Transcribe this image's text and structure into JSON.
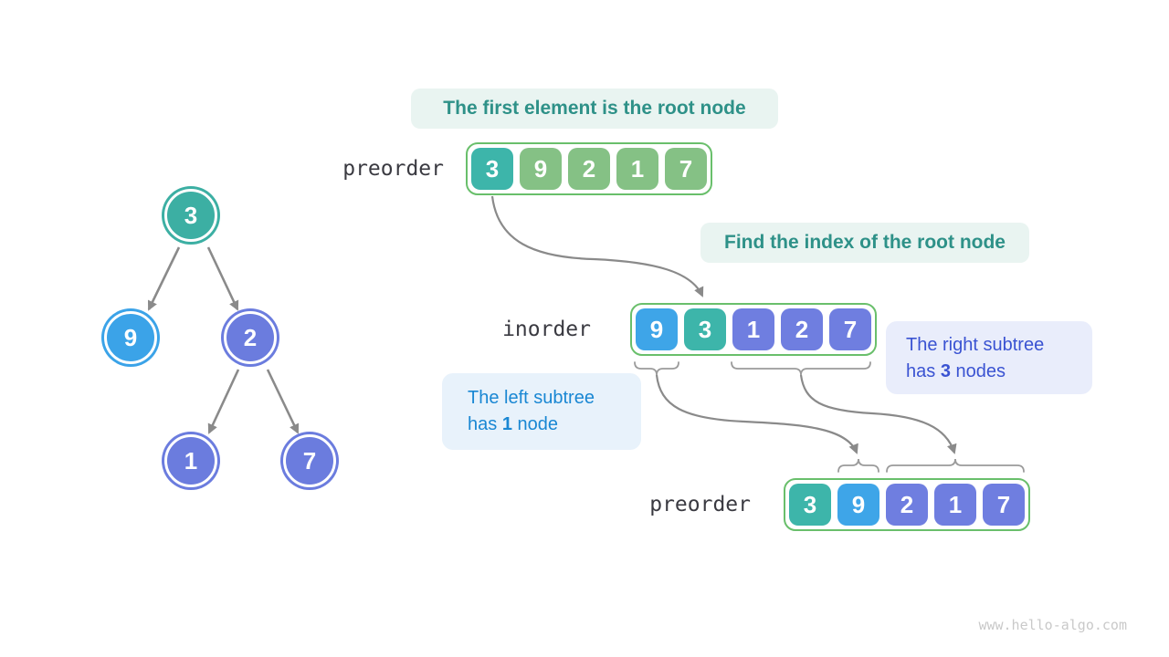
{
  "watermark": "www.hello-algo.com",
  "colors": {
    "teal": "#3db5aa",
    "green": "#85c185",
    "blue": "#3ea5e8",
    "purple": "#6f7ee0",
    "tree_teal": "#3cafa3",
    "tree_blue": "#3ba3e8",
    "tree_purple": "#6b7cde",
    "array_border_green": "#69bf6b",
    "arrow_gray": "#8a8a8a",
    "brace_gray": "#9b9b9b"
  },
  "callouts": {
    "first_element": {
      "text": "The first element is the root node",
      "color": "#2e9188",
      "bg": "#e9f4f1"
    },
    "find_index": {
      "text": "Find the index of the root node",
      "color": "#2e9188",
      "bg": "#e9f4f1"
    },
    "left_subtree": {
      "line1": "The left subtree",
      "has": "has ",
      "count": "1",
      "rest": " node",
      "color": "#1987d3",
      "bg": "#e8f2fb"
    },
    "right_subtree": {
      "line1": "The right subtree",
      "has": "has ",
      "count": "3",
      "rest": " nodes",
      "color": "#3a53d2",
      "bg": "#e9edfb"
    }
  },
  "tree": {
    "nodes": [
      {
        "value": "3",
        "color": "#3cafa3"
      },
      {
        "value": "9",
        "color": "#3ba3e8"
      },
      {
        "value": "2",
        "color": "#6b7cde"
      },
      {
        "value": "1",
        "color": "#6b7cde"
      },
      {
        "value": "7",
        "color": "#6b7cde"
      }
    ]
  },
  "arrays": {
    "preorder_top": {
      "label": "preorder",
      "cells": [
        {
          "value": "3",
          "color": "#3db5aa"
        },
        {
          "value": "9",
          "color": "#85c185"
        },
        {
          "value": "2",
          "color": "#85c185"
        },
        {
          "value": "1",
          "color": "#85c185"
        },
        {
          "value": "7",
          "color": "#85c185"
        }
      ]
    },
    "inorder": {
      "label": "inorder",
      "cells": [
        {
          "value": "9",
          "color": "#3ea5e8"
        },
        {
          "value": "3",
          "color": "#3db5aa"
        },
        {
          "value": "1",
          "color": "#6f7ee0"
        },
        {
          "value": "2",
          "color": "#6f7ee0"
        },
        {
          "value": "7",
          "color": "#6f7ee0"
        }
      ]
    },
    "preorder_bottom": {
      "label": "preorder",
      "cells": [
        {
          "value": "3",
          "color": "#3db5aa"
        },
        {
          "value": "9",
          "color": "#3ea5e8"
        },
        {
          "value": "2",
          "color": "#6f7ee0"
        },
        {
          "value": "1",
          "color": "#6f7ee0"
        },
        {
          "value": "7",
          "color": "#6f7ee0"
        }
      ]
    }
  }
}
